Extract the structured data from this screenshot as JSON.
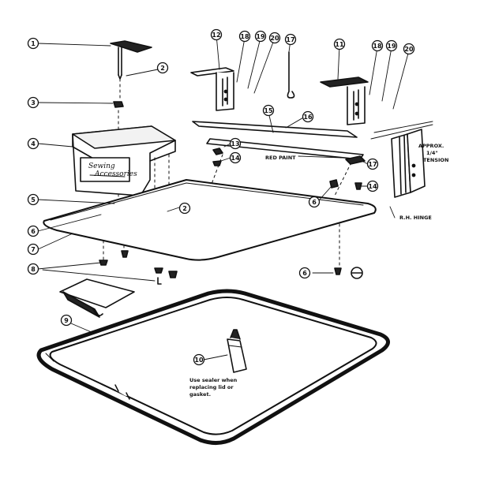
{
  "callouts": [
    {
      "id": "c1",
      "text": "1"
    },
    {
      "id": "c2a",
      "text": "2"
    },
    {
      "id": "c3",
      "text": "3"
    },
    {
      "id": "c4",
      "text": "4"
    },
    {
      "id": "c5",
      "text": "5"
    },
    {
      "id": "c6a",
      "text": "6"
    },
    {
      "id": "c7",
      "text": "7"
    },
    {
      "id": "c8",
      "text": "8"
    },
    {
      "id": "c9",
      "text": "9"
    },
    {
      "id": "c10",
      "text": "10"
    },
    {
      "id": "c12",
      "text": "12"
    },
    {
      "id": "c18a",
      "text": "18"
    },
    {
      "id": "c19a",
      "text": "19"
    },
    {
      "id": "c20a",
      "text": "20"
    },
    {
      "id": "c17a",
      "text": "17"
    },
    {
      "id": "c11",
      "text": "11"
    },
    {
      "id": "c18b",
      "text": "18"
    },
    {
      "id": "c19b",
      "text": "19"
    },
    {
      "id": "c20b",
      "text": "20"
    },
    {
      "id": "c15",
      "text": "15"
    },
    {
      "id": "c16",
      "text": "16"
    },
    {
      "id": "c13",
      "text": "13"
    },
    {
      "id": "c14a",
      "text": "14"
    },
    {
      "id": "c17b",
      "text": "17"
    },
    {
      "id": "c14b",
      "text": "14"
    },
    {
      "id": "c2b",
      "text": "2"
    },
    {
      "id": "c6b",
      "text": "6"
    },
    {
      "id": "c6c",
      "text": "6"
    }
  ],
  "labels": {
    "red_paint": "RED PAINT",
    "approx": "APPROX.",
    "approx_dim": "1/4\"",
    "tension": "TENSION",
    "rh_hinge": "R.H. HINGE",
    "sealer_note": [
      "Use sealer when",
      "replacing lid or",
      "gasket."
    ]
  },
  "box_brand": [
    "Sewing",
    "Accessories"
  ]
}
